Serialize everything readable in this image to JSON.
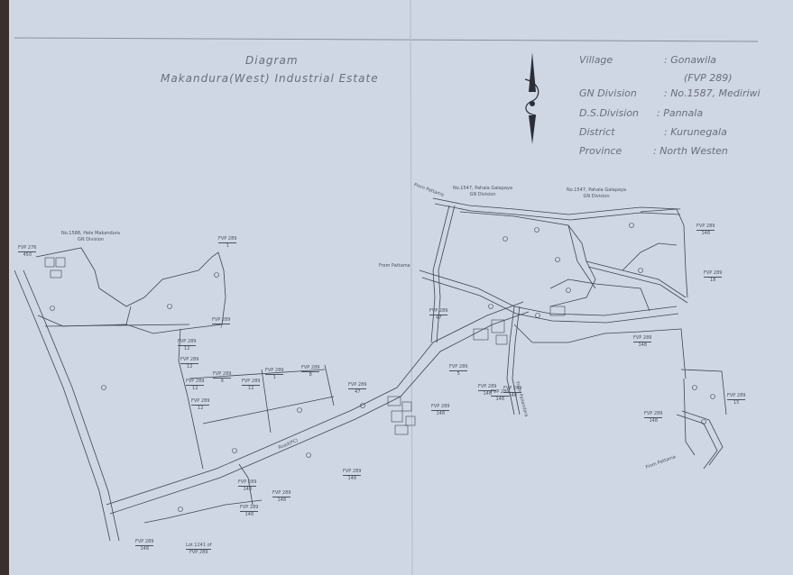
{
  "title": {
    "line1": "Diagram",
    "line2": "Makandura(West) Industrial Estate"
  },
  "info": {
    "village_label": "Village",
    "village_value": ": Gonawila",
    "fvp": "(FVP 289)",
    "gn_label": "GN Division",
    "gn_value": ": No.1587, Mediriwi",
    "ds_label": "D.S.Division",
    "ds_value": ": Pannala",
    "district_label": "District",
    "district_value": ": Kurunegala",
    "province_label": "Province",
    "province_value": ": North Westen"
  },
  "map_labels": {
    "gn_1588": "No.1588, Hele Makandura",
    "gn_1588_sub": "GN Division",
    "gn_1547a": "No.1547, Pahala Galapaya",
    "gn_1547a_sub": "GN Division",
    "gn_1547b": "No.1547, Pahala Galapaya",
    "gn_1547b_sub": "GN Division",
    "from_pattama": "From Pattama",
    "from_pattama2": "From Pattama",
    "from_pettama": "From Pettama",
    "from_pallandara": "From Pallandara",
    "road_label": "Road(PC)"
  },
  "parcels": [
    {
      "a": "FVP 276",
      "b": "450"
    },
    {
      "a": "FVP 289",
      "b": "1"
    },
    {
      "a": "FVP 289",
      "b": "7"
    },
    {
      "a": "FVP 289",
      "b": "12"
    },
    {
      "a": "FVP 289",
      "b": "12"
    },
    {
      "a": "FVP 289",
      "b": "9"
    },
    {
      "a": "FVP 289",
      "b": "12"
    },
    {
      "a": "FVP 289",
      "b": "12"
    },
    {
      "a": "FVP 289",
      "b": "12"
    },
    {
      "a": "FVP 289",
      "b": "1"
    },
    {
      "a": "FVP 289",
      "b": "8"
    },
    {
      "a": "FVP 289",
      "b": "47"
    },
    {
      "a": "FVP 289",
      "b": "47"
    },
    {
      "a": "FVP 289",
      "b": "5"
    },
    {
      "a": "FVP 289",
      "b": "148"
    },
    {
      "a": "FVP 289",
      "b": "148"
    },
    {
      "a": "FVP 289",
      "b": "148"
    },
    {
      "a": "FVP 289",
      "b": "148"
    },
    {
      "a": "FVP 289",
      "b": "148"
    },
    {
      "a": "FVP 289",
      "b": "148"
    },
    {
      "a": "FVP 289",
      "b": "148"
    },
    {
      "a": "FVP 289",
      "b": "148"
    },
    {
      "a": "FVP 289",
      "b": "148"
    },
    {
      "a": "FVP 289",
      "b": "18"
    },
    {
      "a": "FVP 289",
      "b": "15"
    },
    {
      "a": "FVP 289",
      "b": "148"
    },
    {
      "a": "FVP 289",
      "b": "148"
    },
    {
      "a": "Lot 1241 of",
      "b": "FVP 289"
    },
    {
      "a": "FVP 289",
      "b": "148"
    }
  ]
}
